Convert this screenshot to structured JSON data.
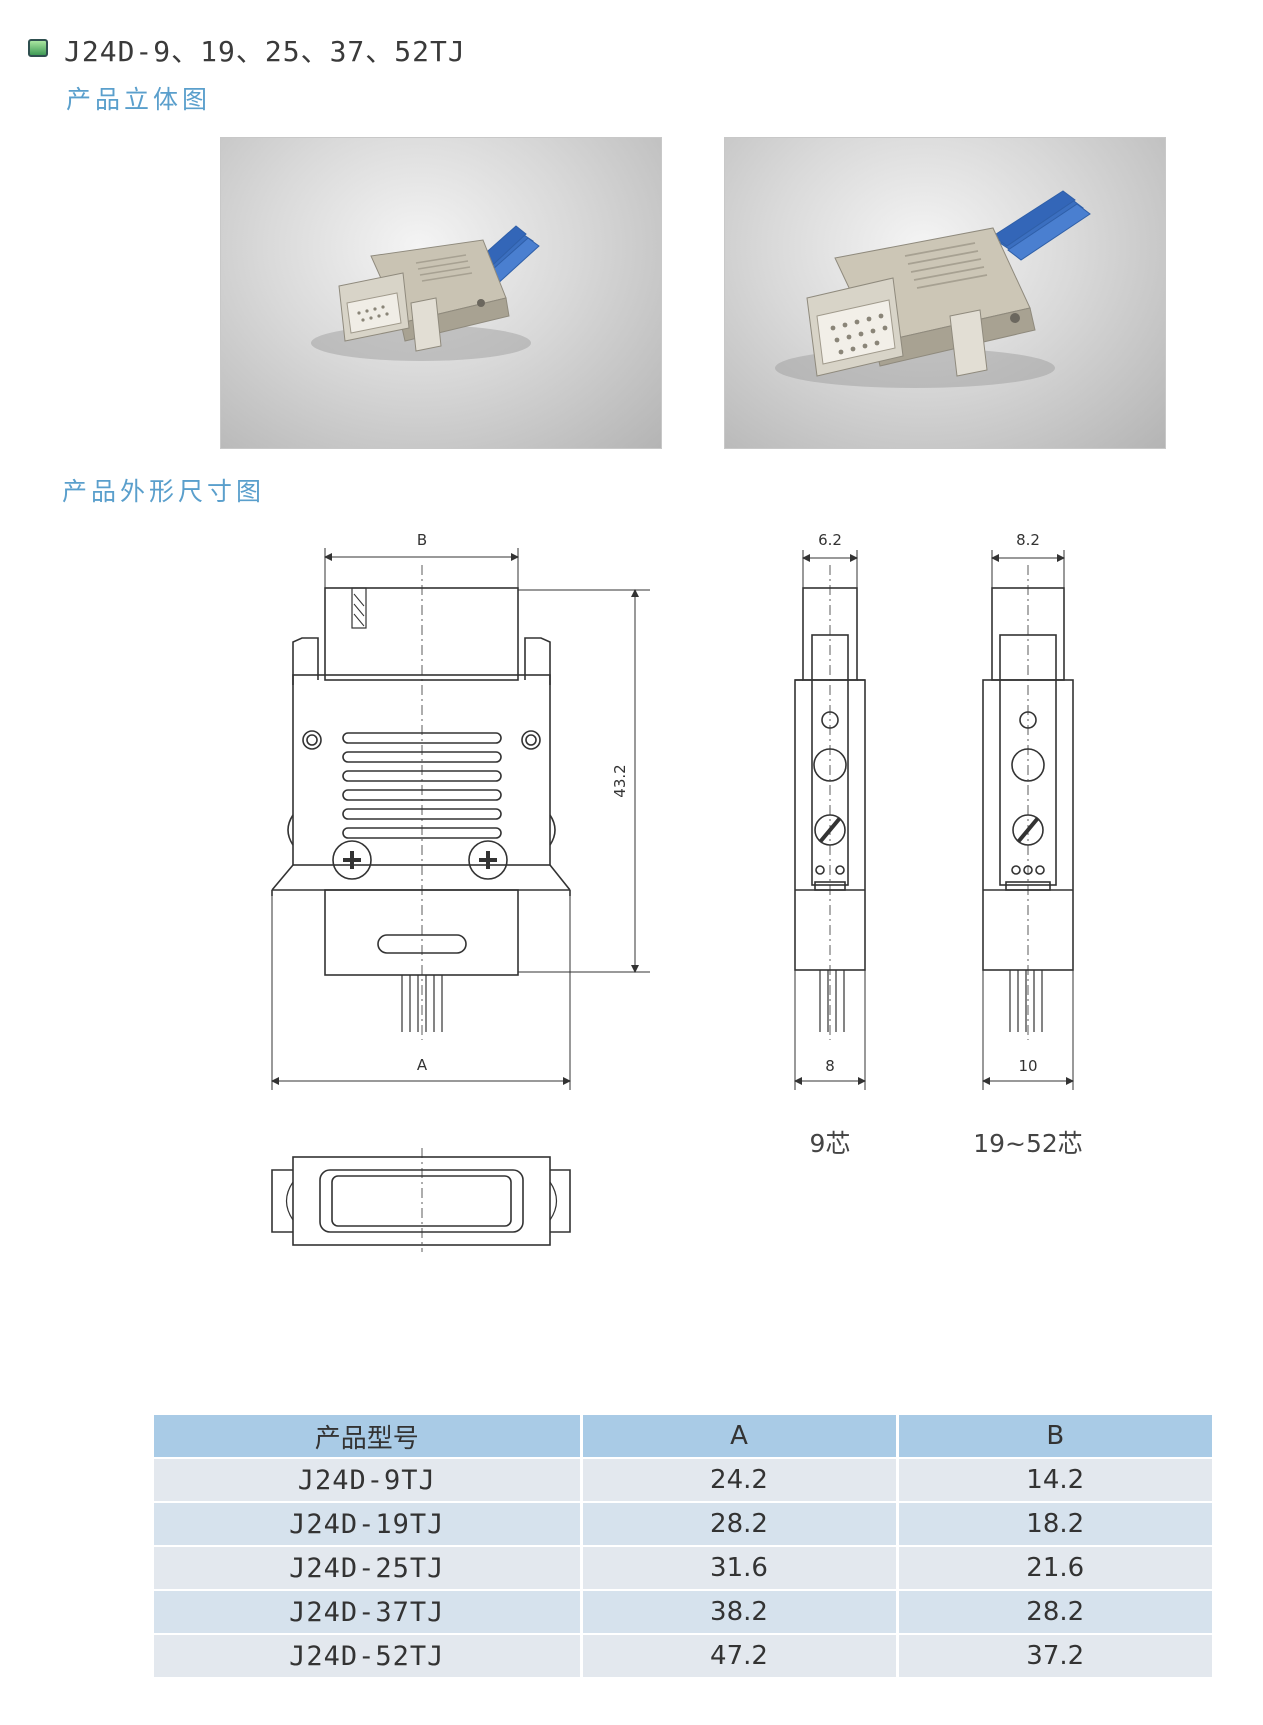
{
  "header": {
    "title": "J24D-9、19、25、37、52TJ",
    "icon": "green-square-bullet-icon"
  },
  "sections": {
    "photos_heading": "产品立体图",
    "dimensions_heading": "产品外形尺寸图"
  },
  "drawing": {
    "front_view": {
      "dim_a_label": "A",
      "dim_b_label": "B",
      "dim_height_label": "43.2"
    },
    "side_view_9": {
      "top_width": "6.2",
      "bottom_width": "8",
      "caption": "9芯"
    },
    "side_view_19_52": {
      "top_width": "8.2",
      "bottom_width": "10",
      "caption": "19~52芯"
    }
  },
  "colors": {
    "heading_blue": "#5a9fcc",
    "table_header": "#a9cbe6",
    "cable_blue": "#3b6fc0"
  },
  "table": {
    "headers": [
      "产品型号",
      "A",
      "B"
    ],
    "rows": [
      [
        "J24D-9TJ",
        "24.2",
        "14.2"
      ],
      [
        "J24D-19TJ",
        "28.2",
        "18.2"
      ],
      [
        "J24D-25TJ",
        "31.6",
        "21.6"
      ],
      [
        "J24D-37TJ",
        "38.2",
        "28.2"
      ],
      [
        "J24D-52TJ",
        "47.2",
        "37.2"
      ]
    ]
  }
}
